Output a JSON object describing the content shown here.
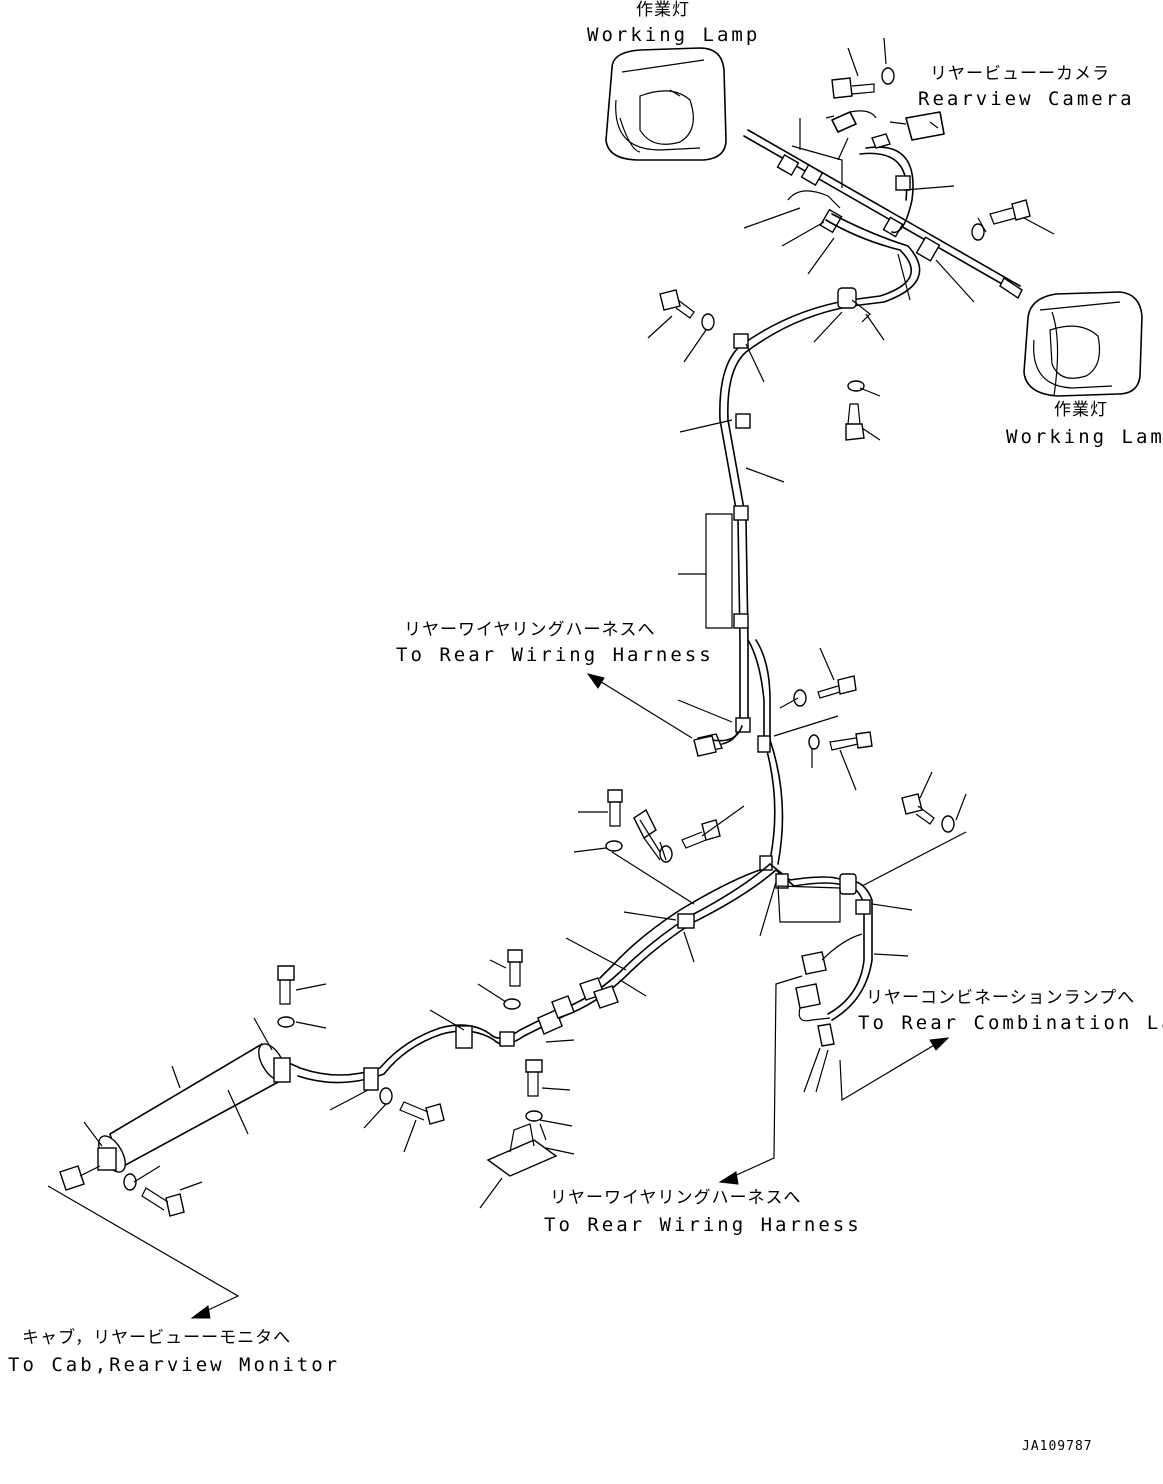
{
  "labels": {
    "working_lamp_top_jp": "作業灯",
    "working_lamp_top_en": "Working Lamp",
    "rearview_camera_jp": "リヤービューーカメラ",
    "rearview_camera_en": "Rearview Camera",
    "working_lamp_right_jp": "作業灯",
    "working_lamp_right_en": "Working Lamp",
    "rear_wiring_upper_jp": "リヤーワイヤリングハーネスへ",
    "rear_wiring_upper_en": "To Rear Wiring Harness",
    "rear_combination_jp": "リヤーコンビネーションランプへ",
    "rear_combination_en": "To Rear Combination Lamp",
    "rear_wiring_lower_jp": "リヤーワイヤリングハーネスへ",
    "rear_wiring_lower_en": "To Rear Wiring Harness",
    "cab_monitor_jp": "キャブ，リヤービューーモニタへ",
    "cab_monitor_en": "To Cab,Rearview Monitor",
    "drawing_code": "JA109787"
  },
  "colors": {
    "line": "#000000",
    "background": "#ffffff"
  }
}
